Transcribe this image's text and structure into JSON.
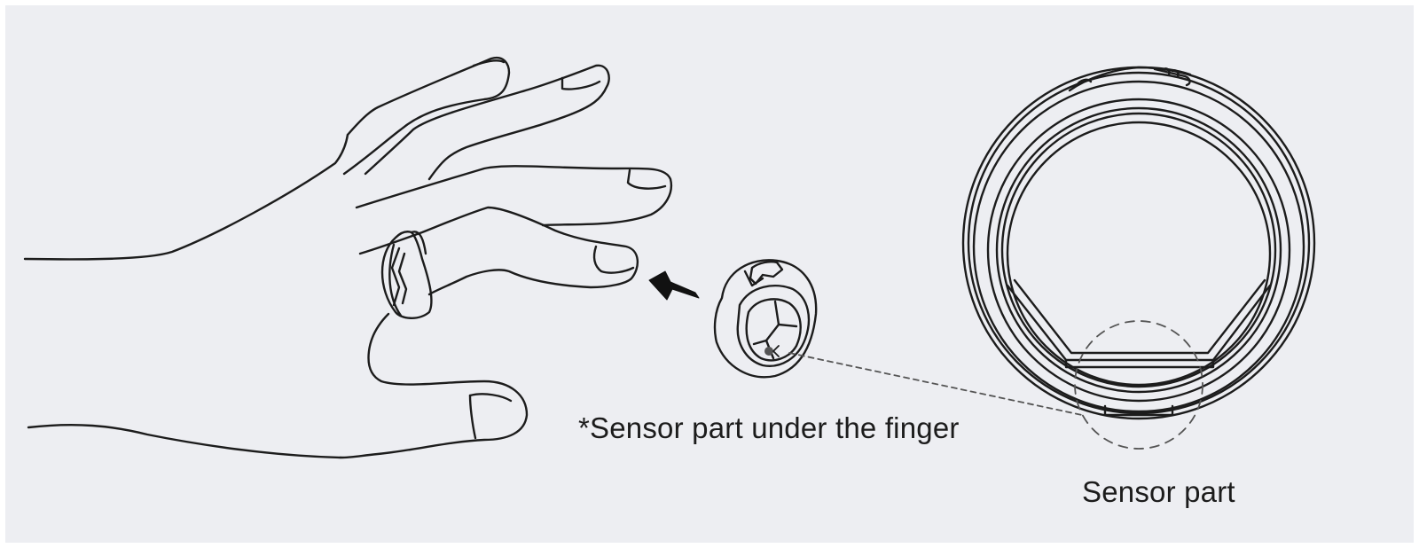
{
  "labels": {
    "sensor_under_finger": "*Sensor part under the finger",
    "sensor_part": "Sensor part"
  },
  "colors": {
    "background": "#edeef2",
    "line": "#1c1c1c",
    "dashed": "#555555",
    "dot": "#555555"
  },
  "icons": {
    "hand": "hand-with-ring",
    "ring_small": "smart-ring",
    "ring_large": "smart-ring-front-view",
    "arrow": "arrow-left"
  }
}
